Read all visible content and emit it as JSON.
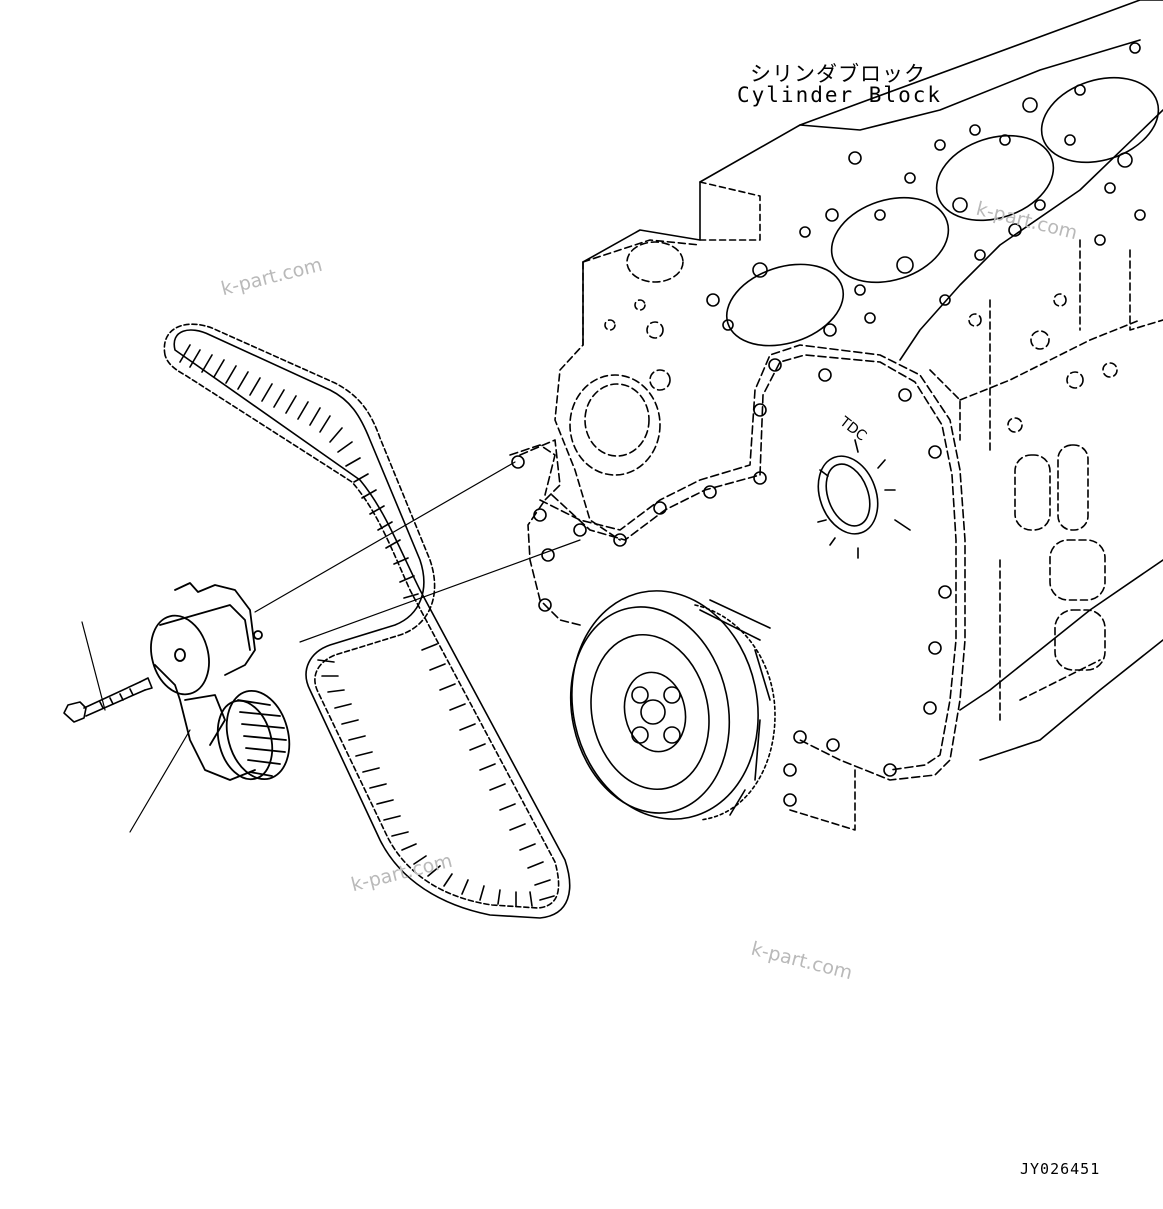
{
  "labels": {
    "component_jp": "シリンダブロック",
    "component_en": "Cylinder Block",
    "drawing_code": "JY026451",
    "tdc_mark": "TDC"
  },
  "watermarks": [
    "k-part.com",
    "k-part.com",
    "k-part.com",
    "k-part.com"
  ]
}
